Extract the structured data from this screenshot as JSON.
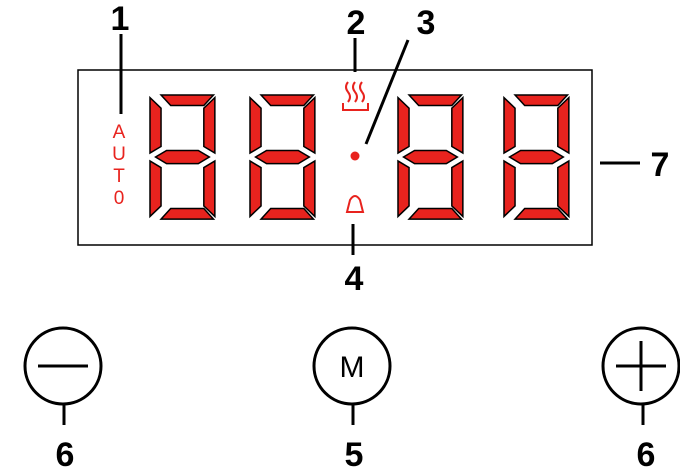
{
  "colors": {
    "display_red": "#e8231e",
    "outline": "#000000",
    "background": "#ffffff"
  },
  "display": {
    "digits": [
      "8",
      "8",
      "8",
      "8"
    ],
    "auto_letters": [
      "A",
      "U",
      "T",
      "0"
    ],
    "indicator_icons": [
      "steam-icon",
      "colon-dot",
      "bell-icon"
    ]
  },
  "buttons": {
    "minus": {
      "icon": "minus-icon"
    },
    "mode": {
      "label": "M"
    },
    "plus": {
      "icon": "plus-icon"
    }
  },
  "callouts": {
    "auto": "1",
    "steam": "2",
    "dot": "3",
    "bell": "4",
    "mode": "5",
    "minus": "6",
    "plus": "6",
    "display": "7"
  }
}
